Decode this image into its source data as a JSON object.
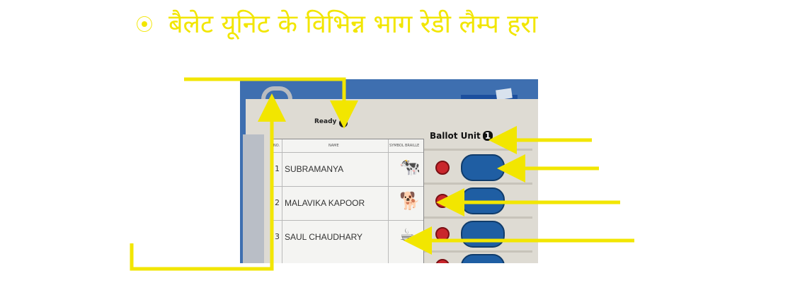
{
  "title": {
    "bullet": "⦿",
    "text": "बैलेट यूनिट के विभिन्न भाग रेडी लैम्प हरा"
  },
  "device": {
    "ready_label": "Ready",
    "ballot_unit_label": "Ballot Unit",
    "unit_number": "1",
    "headers": {
      "no": "NO.",
      "name": "NAME",
      "symbol": "SYMBOL",
      "braille": "BRAILLE"
    },
    "candidates": [
      {
        "no": "1",
        "name": "SUBRAMANYA",
        "symbol": "cow-icon"
      },
      {
        "no": "2",
        "name": "MALAVIKA KAPOOR",
        "symbol": "dog-icon"
      },
      {
        "no": "3",
        "name": "SAUL CHAUDHARY",
        "symbol": "teapot-icon"
      }
    ]
  },
  "colors": {
    "accent": "#f2e600",
    "panel": "#dedbd3",
    "button_blue": "#1f5ea3",
    "lamp_red": "#c9262c",
    "background_blue": "#3e6fb0"
  }
}
